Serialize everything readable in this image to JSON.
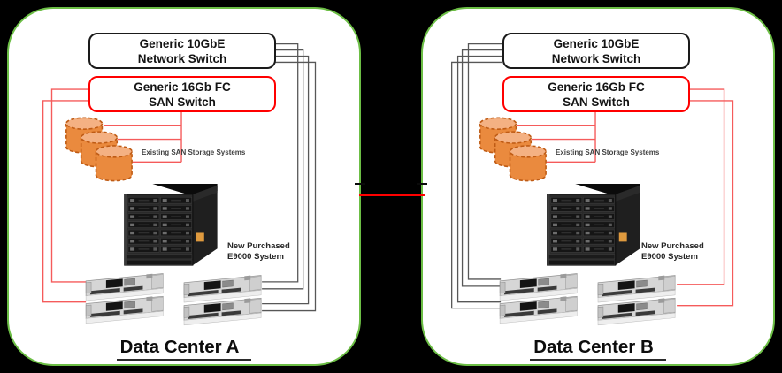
{
  "diagram": {
    "background_color": "#000000",
    "panel_border_color": "#6CBE45",
    "interconnect_color": "#FF0000",
    "network_link_color": "#575757",
    "san_link_color": "#F55B5B",
    "network_switch_border_color": "#1A1A1A",
    "san_switch_border_color": "#FF0000",
    "storage_fill_color": "#EA8A3E"
  },
  "datacenters": [
    {
      "title": "Data Center A",
      "network_switch": {
        "line1": "Generic 10GbE",
        "line2": "Network Switch"
      },
      "san_switch": {
        "line1": "Generic 16Gb FC",
        "line2": "SAN Switch"
      },
      "storage_label": "Existing SAN Storage Systems",
      "server_label": {
        "line1": "New Purchased",
        "line2": "E9000  System"
      }
    },
    {
      "title": "Data Center B",
      "network_switch": {
        "line1": "Generic 10GbE",
        "line2": "Network Switch"
      },
      "san_switch": {
        "line1": "Generic 16Gb FC",
        "line2": "SAN Switch"
      },
      "storage_label": "Existing SAN Storage Systems",
      "server_label": {
        "line1": "New Purchased",
        "line2": "E9000  System"
      }
    }
  ]
}
